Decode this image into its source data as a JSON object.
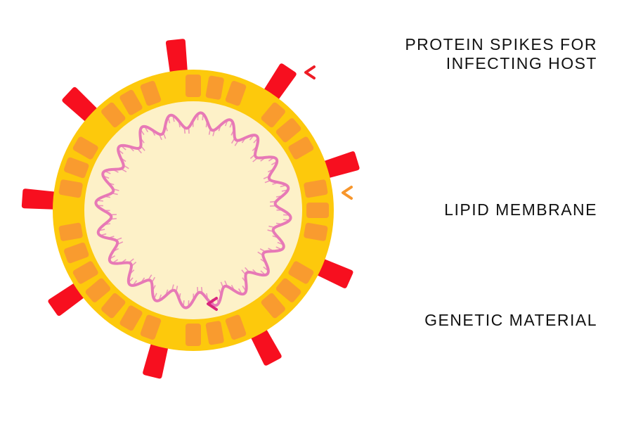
{
  "labels": {
    "spikes_line1": "PROTEIN SPIKES FOR",
    "spikes_line2": "INFECTING HOST",
    "membrane": "LIPID MEMBRANE",
    "genetic": "GENETIC MATERIAL"
  },
  "colors": {
    "background": "#ffffff",
    "membrane_outer": "#fdc90c",
    "membrane_segments": "#f99b2f",
    "interior": "#fdf1c8",
    "spikes": "#f70f1f",
    "genetic_material": "#e779b6",
    "arrow_spikes": "#ee1c25",
    "arrow_membrane": "#f7962c",
    "arrow_genetic": "#d9257c",
    "arrow_end": "#1a1a1a",
    "text": "#111111"
  },
  "virus": {
    "spike_count": 9,
    "membrane_segment_count": 36,
    "genetic_wave_count": 20
  }
}
